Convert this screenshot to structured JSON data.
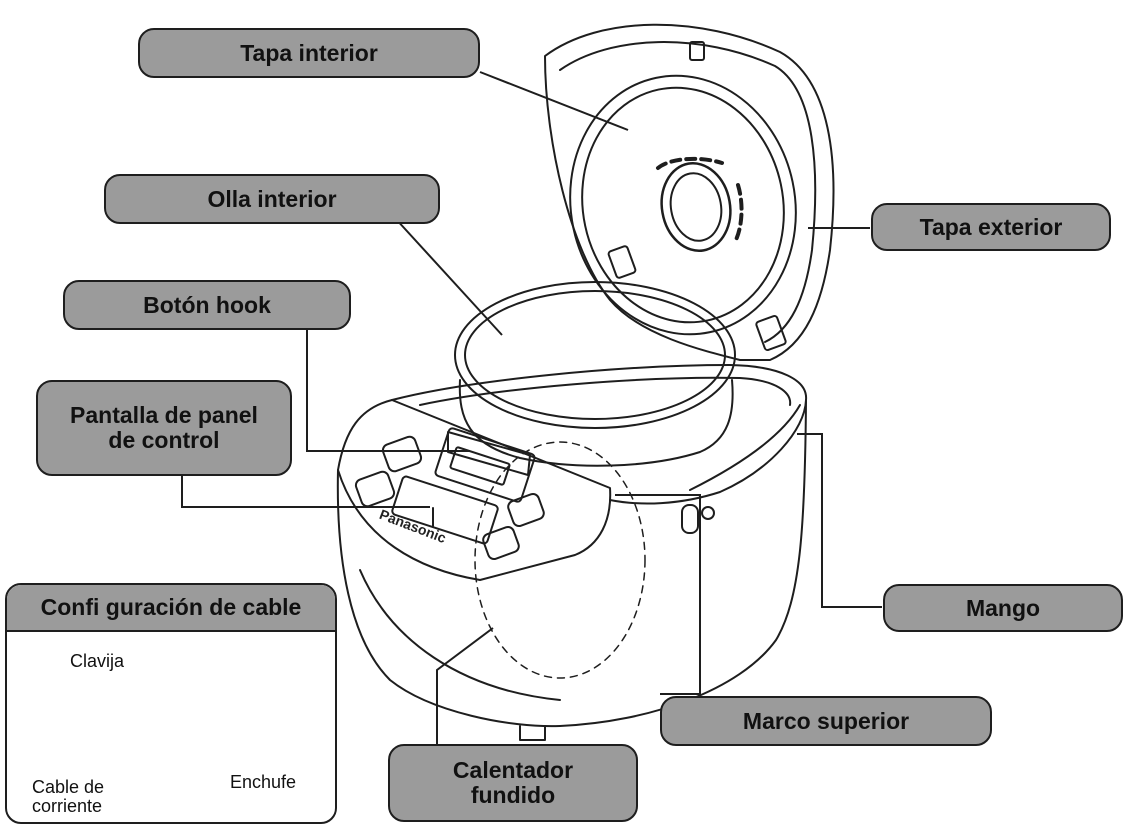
{
  "labels": {
    "tapa_interior": "Tapa interior",
    "olla_interior": "Olla interior",
    "tapa_exterior": "Tapa exterior",
    "boton_hook": "Botón hook",
    "pantalla_line1": "Pantalla de panel",
    "pantalla_line2": "de control",
    "mango": "Mango",
    "marco_superior": "Marco superior",
    "calentador_line1": "Calentador",
    "calentador_line2": "fundido"
  },
  "inset": {
    "title": "Confi guración de cable",
    "clavija": "Clavija",
    "cable_line1": "Cable de",
    "cable_line2": "corriente",
    "enchufe": "Enchufe"
  },
  "brand": "Panasonic",
  "colors": {
    "label_fill": "#9b9b9b",
    "line": "#1e1e1e"
  }
}
